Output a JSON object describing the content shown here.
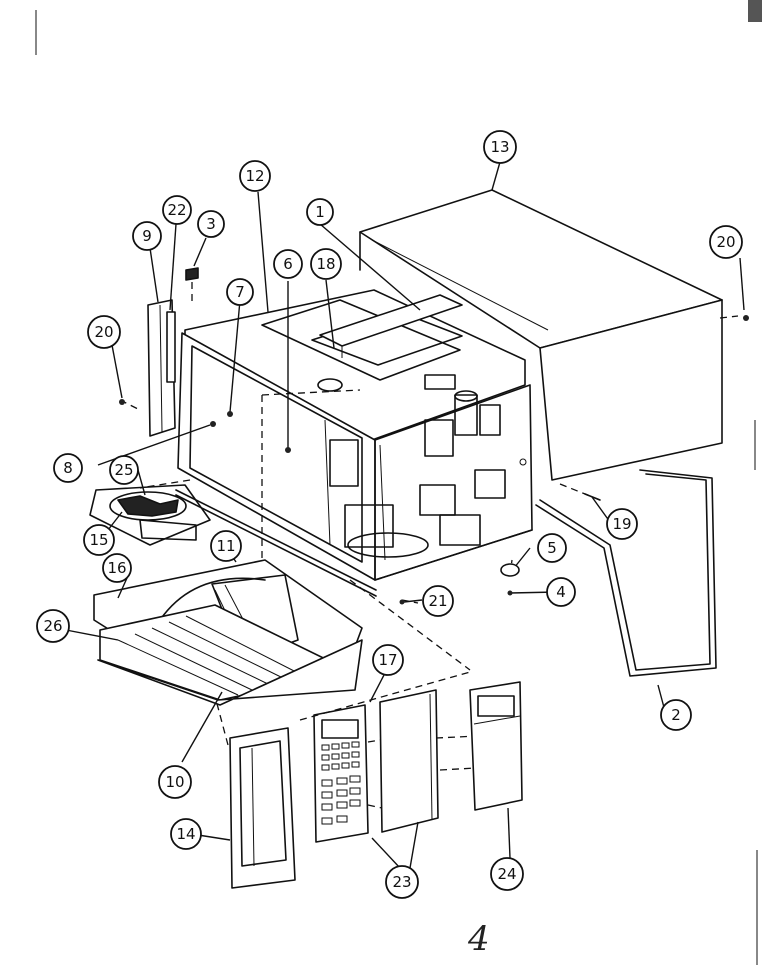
{
  "callouts": [
    {
      "id": "c1",
      "label": "1"
    },
    {
      "id": "c2",
      "label": "2"
    },
    {
      "id": "c3",
      "label": "3"
    },
    {
      "id": "c4",
      "label": "4"
    },
    {
      "id": "c5",
      "label": "5"
    },
    {
      "id": "c6",
      "label": "6"
    },
    {
      "id": "c7",
      "label": "7"
    },
    {
      "id": "c8",
      "label": "8"
    },
    {
      "id": "c9",
      "label": "9"
    },
    {
      "id": "c10",
      "label": "10"
    },
    {
      "id": "c11",
      "label": "11"
    },
    {
      "id": "c12",
      "label": "12"
    },
    {
      "id": "c13",
      "label": "13"
    },
    {
      "id": "c14",
      "label": "14"
    },
    {
      "id": "c15",
      "label": "15"
    },
    {
      "id": "c16",
      "label": "16"
    },
    {
      "id": "c17",
      "label": "17"
    },
    {
      "id": "c18",
      "label": "18"
    },
    {
      "id": "c19",
      "label": "19"
    },
    {
      "id": "c20a",
      "label": "20"
    },
    {
      "id": "c20b",
      "label": "20"
    },
    {
      "id": "c21",
      "label": "21"
    },
    {
      "id": "c22",
      "label": "22"
    },
    {
      "id": "c23",
      "label": "23"
    },
    {
      "id": "c24",
      "label": "24"
    },
    {
      "id": "c25",
      "label": "25"
    },
    {
      "id": "c26",
      "label": "26"
    }
  ],
  "page_mark": "4"
}
